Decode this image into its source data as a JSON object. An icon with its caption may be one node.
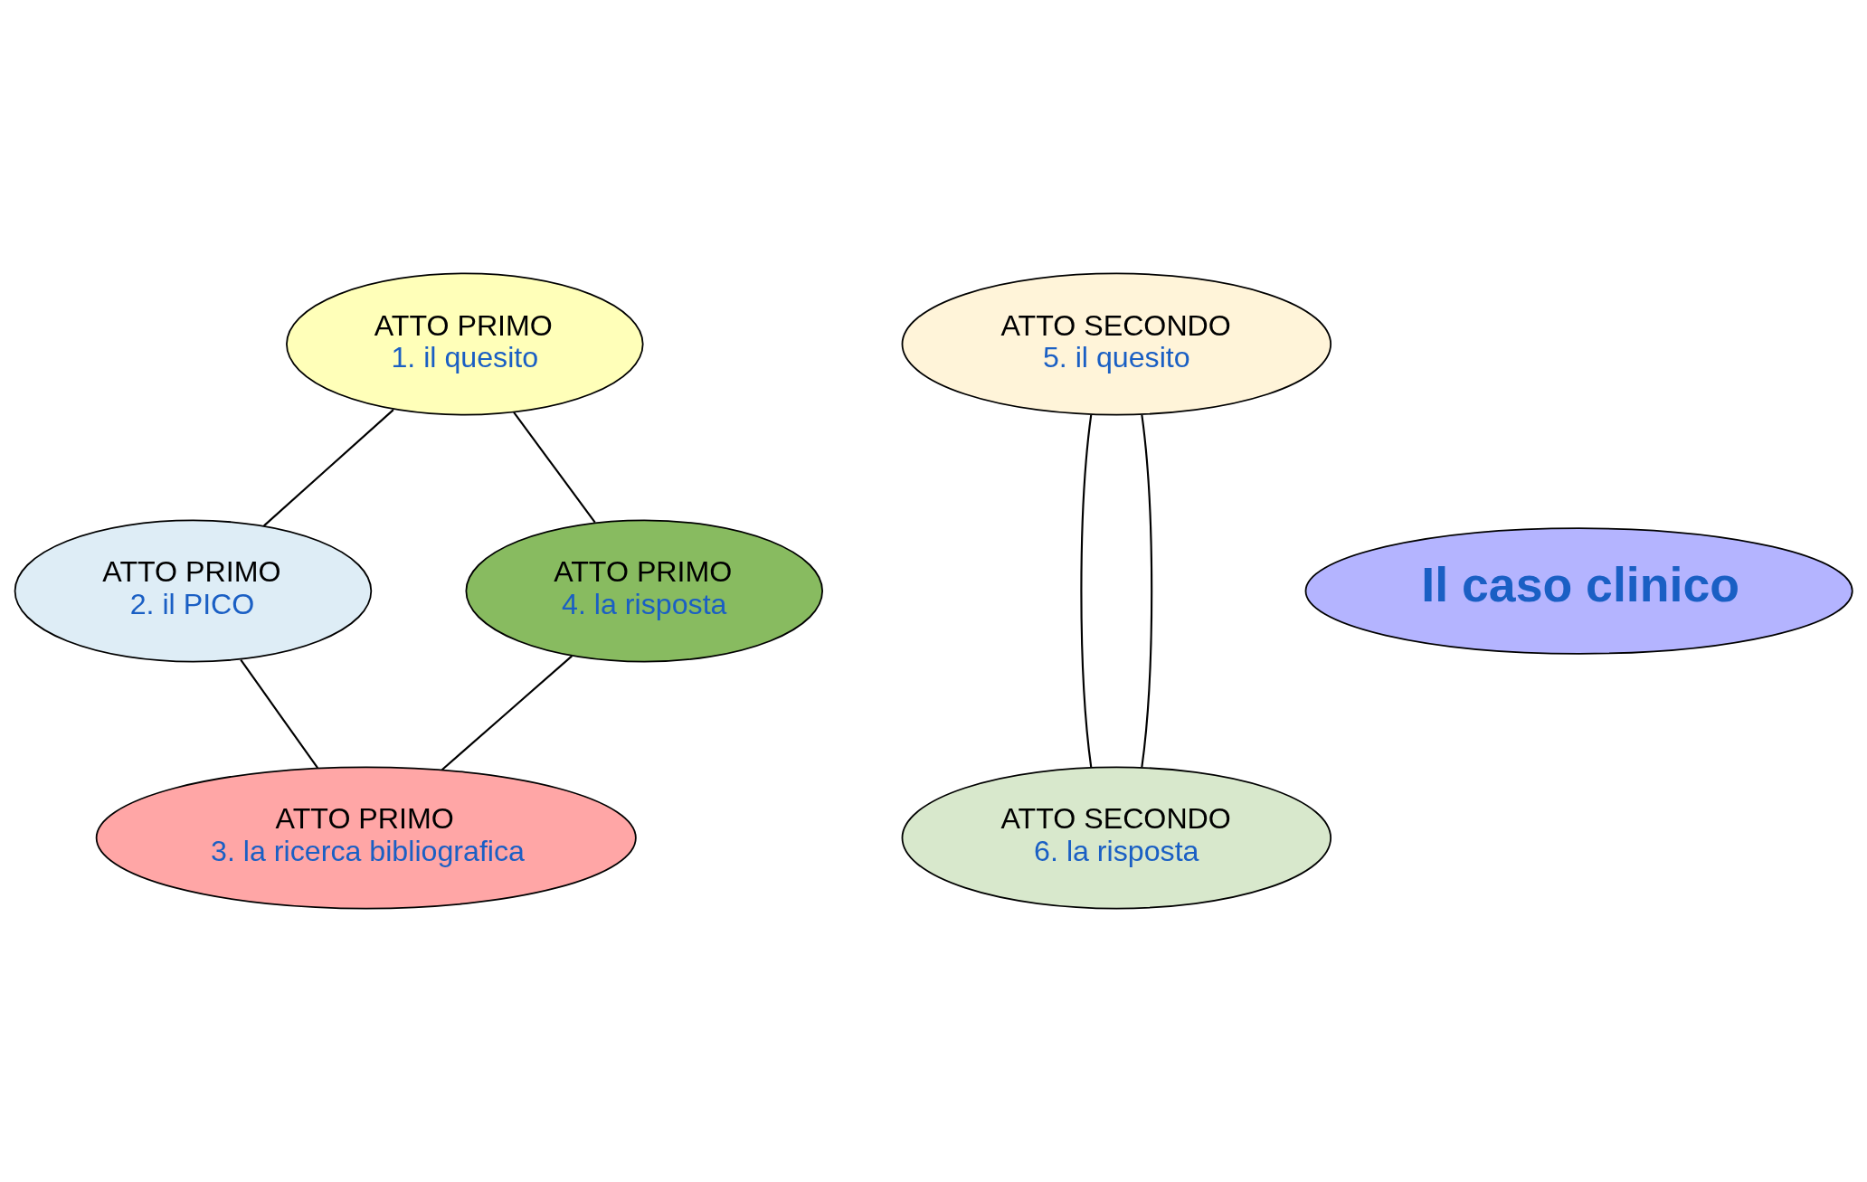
{
  "diagram": {
    "nodes": [
      {
        "text": [
          "ATTO PRIMO",
          "1. il quesito"
        ]
      },
      {
        "text": [
          "ATTO SECONDO",
          "5. il quesito"
        ]
      },
      {
        "text": [
          "Il caso clinico"
        ]
      },
      {
        "text": [
          "ATTO PRIMO",
          "4. la risposta"
        ]
      },
      {
        "text": [
          "ATTO PRIMO",
          "2. il PICO"
        ]
      },
      {
        "text": [
          "ATTO SECONDO",
          "6. la risposta"
        ]
      },
      {
        "text": [
          "ATTO PRIMO",
          "3. la ricerca bibliografica"
        ]
      }
    ],
    "edges": [
      {
        "from": 0,
        "to": 4,
        "arrow": "none"
      },
      {
        "from": 4,
        "to": 6,
        "arrow": "none"
      },
      {
        "from": 6,
        "to": 3,
        "arrow": "none"
      },
      {
        "from": 3,
        "to": 0,
        "arrow": "none"
      },
      {
        "from": 1,
        "to": 5,
        "arrow": "none"
      },
      {
        "from": 5,
        "to": 1,
        "arrow": "none"
      }
    ]
  }
}
